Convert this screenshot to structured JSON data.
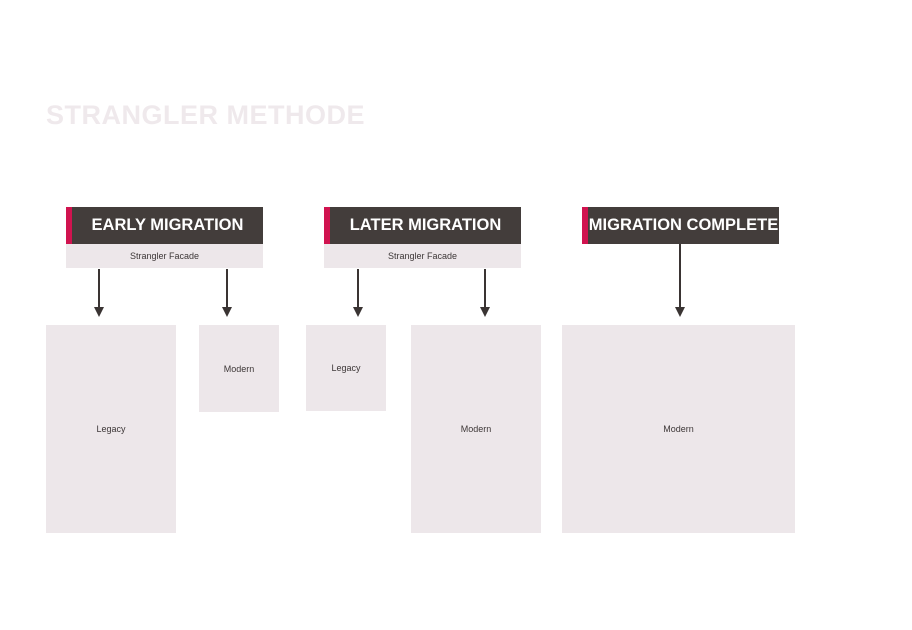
{
  "title": "STRANGLER METHODE",
  "colors": {
    "header_bg": "#433d3b",
    "accent": "#d0134f",
    "box_bg": "#ede7ea",
    "title": "#efe9ec",
    "arrow": "#3a3433"
  },
  "stages": [
    {
      "label": "EARLY MIGRATION",
      "facade": "Strangler Facade",
      "systems": [
        "Legacy",
        "Modern"
      ]
    },
    {
      "label": "LATER MIGRATION",
      "facade": "Strangler Facade",
      "systems": [
        "Legacy",
        "Modern"
      ]
    },
    {
      "label": "MIGRATION COMPLETE",
      "systems": [
        "Modern"
      ]
    }
  ]
}
